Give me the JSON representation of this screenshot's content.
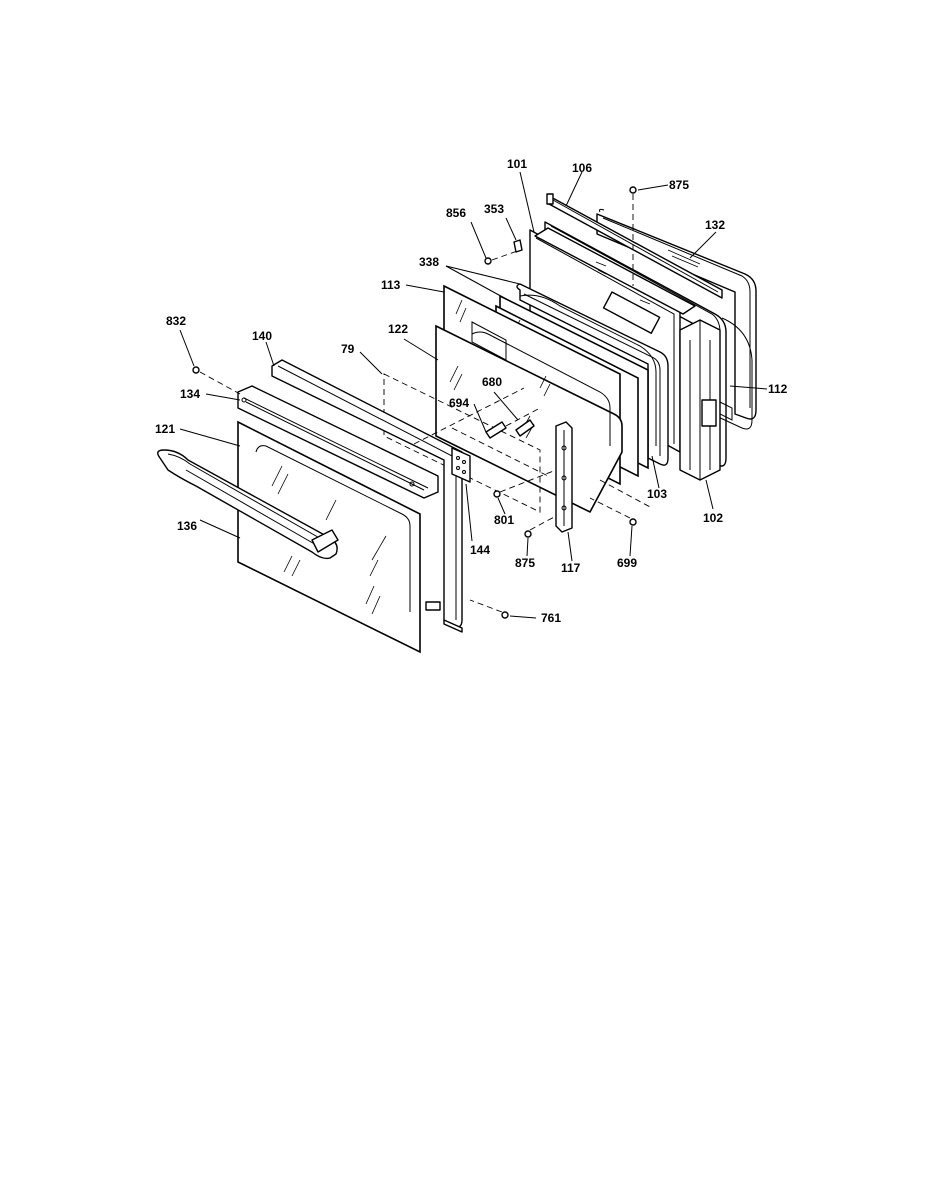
{
  "diagram": {
    "parts": [
      {
        "key": "p101",
        "label": "101"
      },
      {
        "key": "p106",
        "label": "106"
      },
      {
        "key": "p875a",
        "label": "875"
      },
      {
        "key": "p856",
        "label": "856"
      },
      {
        "key": "p353",
        "label": "353"
      },
      {
        "key": "p132",
        "label": "132"
      },
      {
        "key": "p338",
        "label": "338"
      },
      {
        "key": "p113",
        "label": "113"
      },
      {
        "key": "p832",
        "label": "832"
      },
      {
        "key": "p140",
        "label": "140"
      },
      {
        "key": "p122",
        "label": "122"
      },
      {
        "key": "p79",
        "label": "79"
      },
      {
        "key": "p680",
        "label": "680"
      },
      {
        "key": "p694",
        "label": "694"
      },
      {
        "key": "p112",
        "label": "112"
      },
      {
        "key": "p134",
        "label": "134"
      },
      {
        "key": "p121",
        "label": "121"
      },
      {
        "key": "p103",
        "label": "103"
      },
      {
        "key": "p801",
        "label": "801"
      },
      {
        "key": "p102",
        "label": "102"
      },
      {
        "key": "p136",
        "label": "136"
      },
      {
        "key": "p144",
        "label": "144"
      },
      {
        "key": "p875b",
        "label": "875"
      },
      {
        "key": "p117",
        "label": "117"
      },
      {
        "key": "p699",
        "label": "699"
      },
      {
        "key": "p761",
        "label": "761"
      }
    ]
  }
}
